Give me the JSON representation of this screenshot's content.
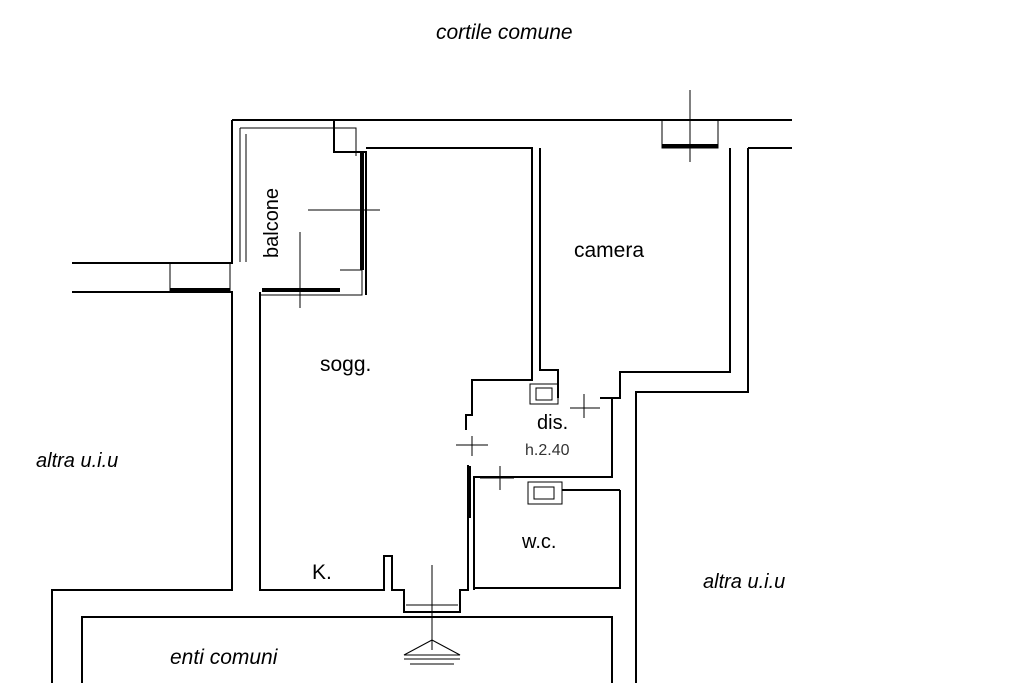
{
  "labels": {
    "cortile": "cortile comune",
    "balcone": "balcone",
    "camera": "camera",
    "soggiorno": "sogg.",
    "disimpegno": "dis.",
    "altezza": "h.2.40",
    "altra_left": "altra u.i.u",
    "altra_right": "altra u.i.u",
    "wc": "w.c.",
    "cucina": "K.",
    "enti": "enti comuni"
  }
}
